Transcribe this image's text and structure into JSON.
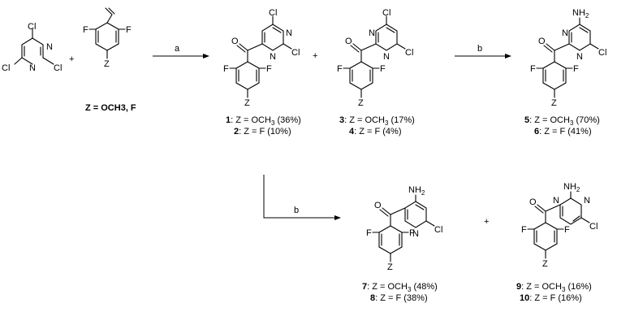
{
  "scheme": {
    "step_a": "a",
    "step_b1": "b",
    "step_b2": "b",
    "plus": "+",
    "aldehyde_caption": "Z = OCH3, F",
    "captions": {
      "c1": {
        "num": "1",
        "text": ": Z = OCH",
        "sub": "3",
        "tail": " (36%)"
      },
      "c2": {
        "num": "2",
        "text": ": Z = F (10%)"
      },
      "c3": {
        "num": "3",
        "text": ": Z = OCH",
        "sub": "3",
        "tail": " (17%)"
      },
      "c4": {
        "num": "4",
        "text": ": Z = F (4%)"
      },
      "c5": {
        "num": "5",
        "text": ": Z = OCH",
        "sub": "3",
        "tail": " (70%)"
      },
      "c6": {
        "num": "6",
        "text": ": Z = F (41%)"
      },
      "c7": {
        "num": "7",
        "text": ": Z = OCH",
        "sub": "3",
        "tail": " (48%)"
      },
      "c8": {
        "num": "8",
        "text": ": Z = F (38%)"
      },
      "c9": {
        "num": "9",
        "text": ": Z = OCH",
        "sub": "3",
        "tail": " (16%)"
      },
      "c10": {
        "num": "10",
        "text": ": Z = F (16%)"
      }
    },
    "atoms": {
      "Cl": "Cl",
      "N": "N",
      "F": "F",
      "Z": "Z",
      "O": "O",
      "NH2_main": "NH",
      "NH2_sub": "2"
    }
  }
}
